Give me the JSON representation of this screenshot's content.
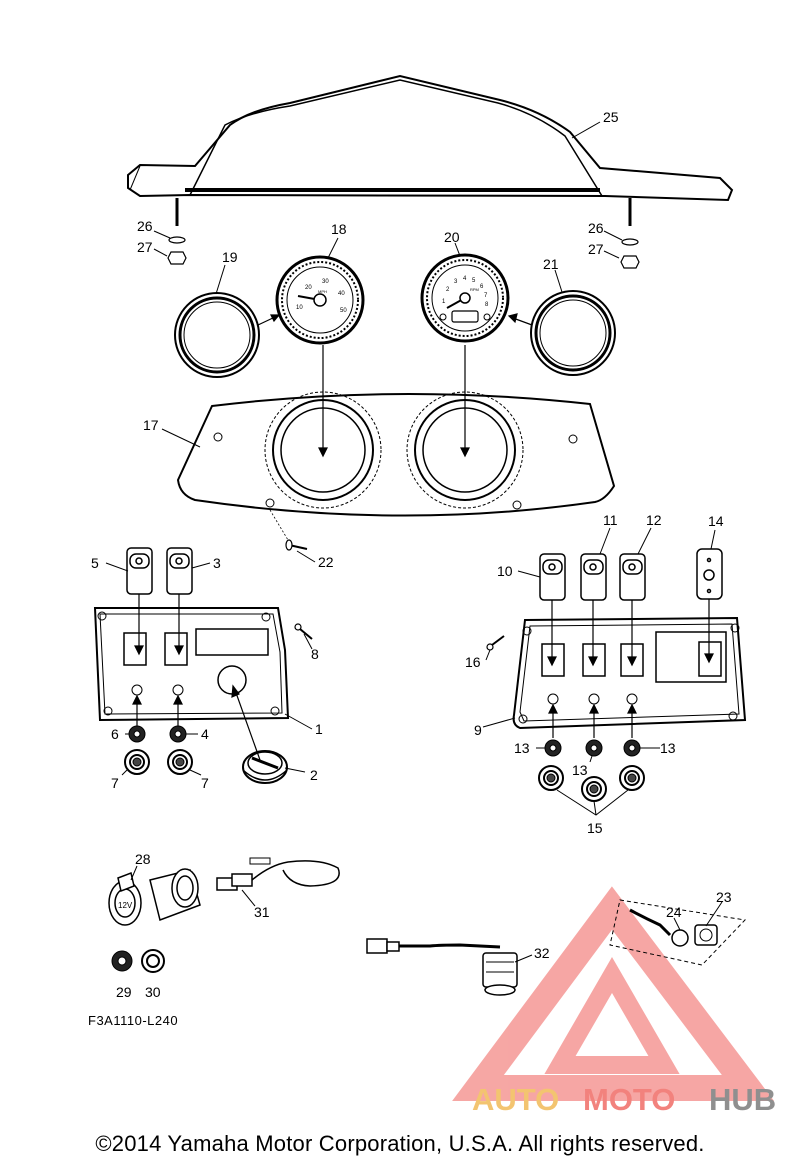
{
  "diagram_code": "F3A1110-L240",
  "copyright": "©2014 Yamaha Motor Corporation, U.S.A. All rights reserved.",
  "watermark": {
    "part1": "AUTO",
    "part2": "MOTO",
    "part3": "HUB",
    "colors": {
      "auto": "#f3c470",
      "moto": "#f2827d",
      "hub": "#8f8f8f",
      "logo": "#ef5f5a"
    }
  },
  "gauge_faces": {
    "speedometer": {
      "ticks": [
        "10",
        "20",
        "30",
        "40",
        "50"
      ],
      "unit": "MPH"
    },
    "tachometer": {
      "ticks": [
        "1",
        "2",
        "3",
        "4",
        "5",
        "6",
        "7",
        "8"
      ],
      "unit": "RPM"
    }
  },
  "callouts": {
    "c1": "1",
    "c2": "2",
    "c3": "3",
    "c4": "4",
    "c5": "5",
    "c6": "6",
    "c7a": "7",
    "c7b": "7",
    "c8": "8",
    "c9": "9",
    "c10": "10",
    "c11": "11",
    "c12": "12",
    "c13a": "13",
    "c13b": "13",
    "c13c": "13",
    "c14": "14",
    "c15": "15",
    "c16": "16",
    "c17": "17",
    "c18": "18",
    "c19": "19",
    "c20": "20",
    "c21": "21",
    "c22": "22",
    "c23": "23",
    "c24": "24",
    "c25": "25",
    "c26a": "26",
    "c26b": "26",
    "c27a": "27",
    "c27b": "27",
    "c28": "28",
    "c29": "29",
    "c30": "30",
    "c31": "31",
    "c32": "32"
  }
}
